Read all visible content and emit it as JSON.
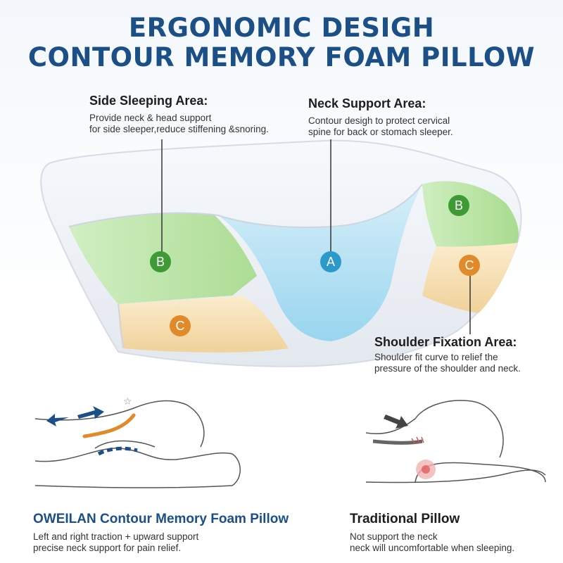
{
  "title": {
    "line1": "ERGONOMIC DESIGH",
    "line2": "CONTOUR MEMORY FOAM PILLOW"
  },
  "areas": {
    "side": {
      "heading": "Side Sleeping Area:",
      "desc_line1": "Provide neck & head support",
      "desc_line2": "for side sleeper,reduce stiffening &snoring."
    },
    "neck": {
      "heading": "Neck Support Area:",
      "desc_line1": "Contour desigh to protect cervical",
      "desc_line2": "spine for back or stomach sleeper."
    },
    "shoulder": {
      "heading": "Shoulder Fixation Area:",
      "desc_line1": "Shoulder fit curve to relief the",
      "desc_line2": "pressure of the shoulder and neck."
    }
  },
  "badges": {
    "a": "A",
    "b": "B",
    "c": "C"
  },
  "comparison": {
    "oweilan": {
      "heading": "OWEILAN Contour Memory Foam Pillow",
      "desc_line1": "Left and right traction + upward support",
      "desc_line2": "precise neck support for pain relief."
    },
    "traditional": {
      "heading": "Traditional Pillow",
      "desc_line1": "Not support the neck",
      "desc_line2": "neck will uncomfortable when sleeping."
    }
  },
  "colors": {
    "title": "#1b4f86",
    "zone_a": "#8fd3ef",
    "zone_b": "#a9dc8f",
    "zone_c": "#f4d9a6",
    "badge_green": "#3e9a35",
    "badge_blue": "#2c9ac8",
    "badge_orange": "#e08a29",
    "oweilan_heading": "#1b4f86"
  }
}
